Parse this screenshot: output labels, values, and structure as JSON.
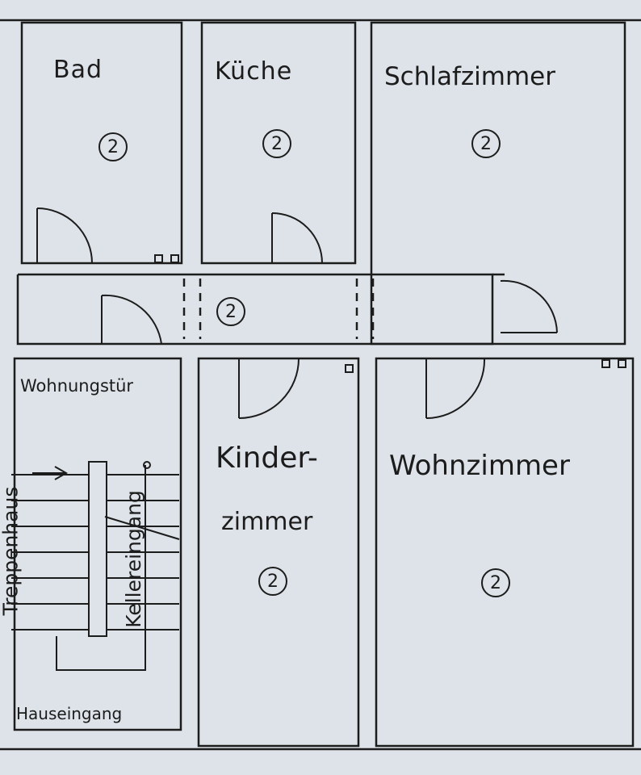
{
  "rooms": {
    "bad": "Bad",
    "kueche": "Küche",
    "schlafzimmer": "Schlafzimmer",
    "kinderzimmer_1": "Kinder-",
    "kinderzimmer_2": "zimmer",
    "wohnzimmer": "Wohnzimmer"
  },
  "labels": {
    "wohnungstuer": "Wohnungstür",
    "treppenhaus": "Treppenhaus",
    "kellereingang": "Kellereingang",
    "hauseingang": "Hauseingang"
  },
  "room_number": "2"
}
